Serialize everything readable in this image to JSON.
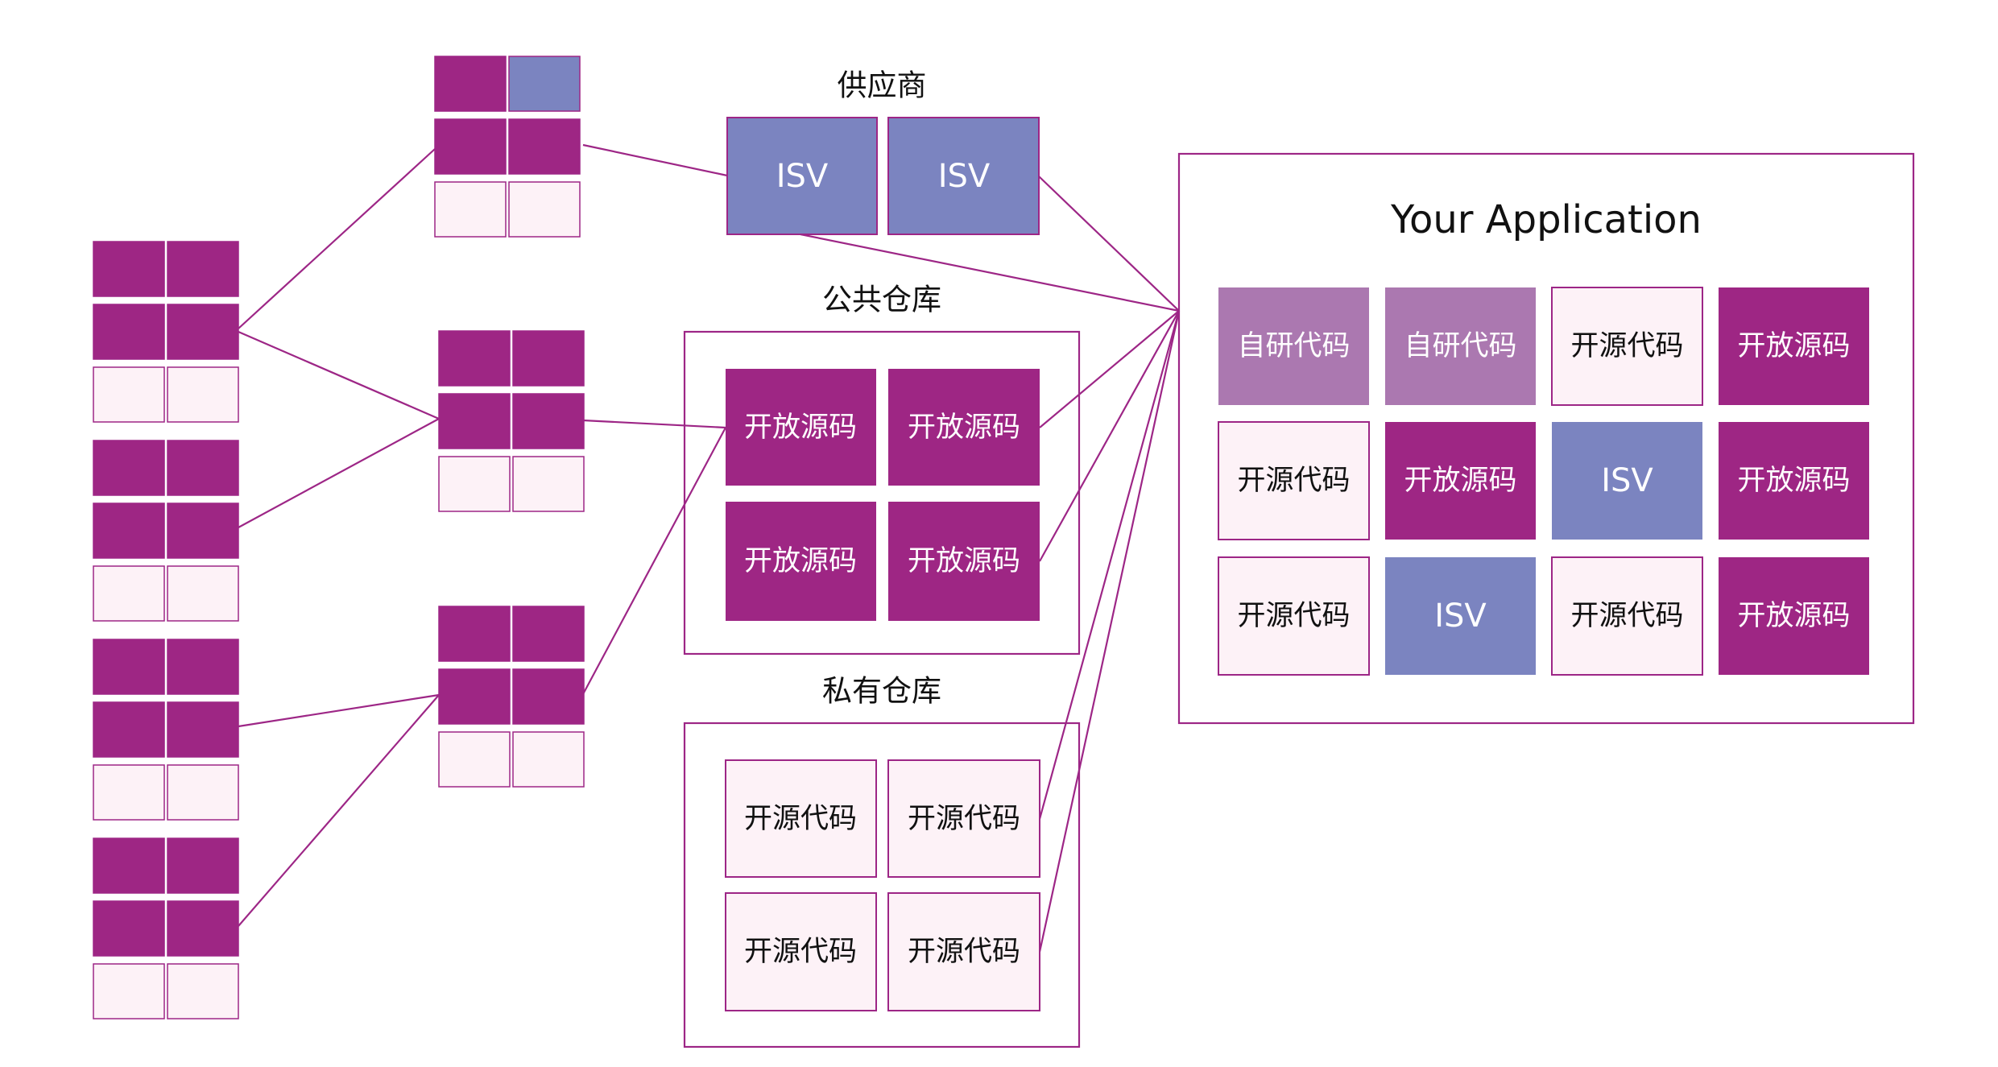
{
  "colors": {
    "purple": "#9e2684",
    "lavender": "#7b84c0",
    "mauve": "#ab78b0",
    "pale": "#fdf2f7",
    "line": "#9d2686"
  },
  "vendor": {
    "title": "供应商",
    "isv_labels": [
      "ISV",
      "ISV"
    ]
  },
  "public_repo": {
    "title": "公共仓库",
    "cells": [
      "开放源码",
      "开放源码",
      "开放源码",
      "开放源码"
    ]
  },
  "private_repo": {
    "title": "私有仓库",
    "cells": [
      "开源代码",
      "开源代码",
      "开源代码",
      "开源代码"
    ]
  },
  "application": {
    "title": "Your Application",
    "grid": [
      [
        {
          "label": "自研代码",
          "kind": "mauve"
        },
        {
          "label": "自研代码",
          "kind": "mauve"
        },
        {
          "label": "开源代码",
          "kind": "pale"
        },
        {
          "label": "开放源码",
          "kind": "purple"
        }
      ],
      [
        {
          "label": "开源代码",
          "kind": "pale"
        },
        {
          "label": "开放源码",
          "kind": "purple"
        },
        {
          "label": "ISV",
          "kind": "lavender"
        },
        {
          "label": "开放源码",
          "kind": "purple"
        }
      ],
      [
        {
          "label": "开源代码",
          "kind": "pale"
        },
        {
          "label": "ISV",
          "kind": "lavender"
        },
        {
          "label": "开源代码",
          "kind": "pale"
        },
        {
          "label": "开放源码",
          "kind": "purple"
        }
      ]
    ]
  },
  "dependency_blocks": {
    "left_column_patterns": [
      [
        "purple",
        "purple",
        "purple",
        "purple",
        "pale",
        "pale"
      ],
      [
        "purple",
        "purple",
        "purple",
        "purple",
        "pale",
        "pale"
      ],
      [
        "purple",
        "purple",
        "purple",
        "purple",
        "pale",
        "pale"
      ],
      [
        "purple",
        "purple",
        "purple",
        "purple",
        "pale",
        "pale"
      ]
    ],
    "middle_column_patterns": [
      [
        "purple",
        "lavender",
        "purple",
        "purple",
        "pale",
        "pale"
      ],
      [
        "purple",
        "purple",
        "purple",
        "purple",
        "pale",
        "pale"
      ],
      [
        "purple",
        "purple",
        "purple",
        "purple",
        "pale",
        "pale"
      ]
    ]
  }
}
